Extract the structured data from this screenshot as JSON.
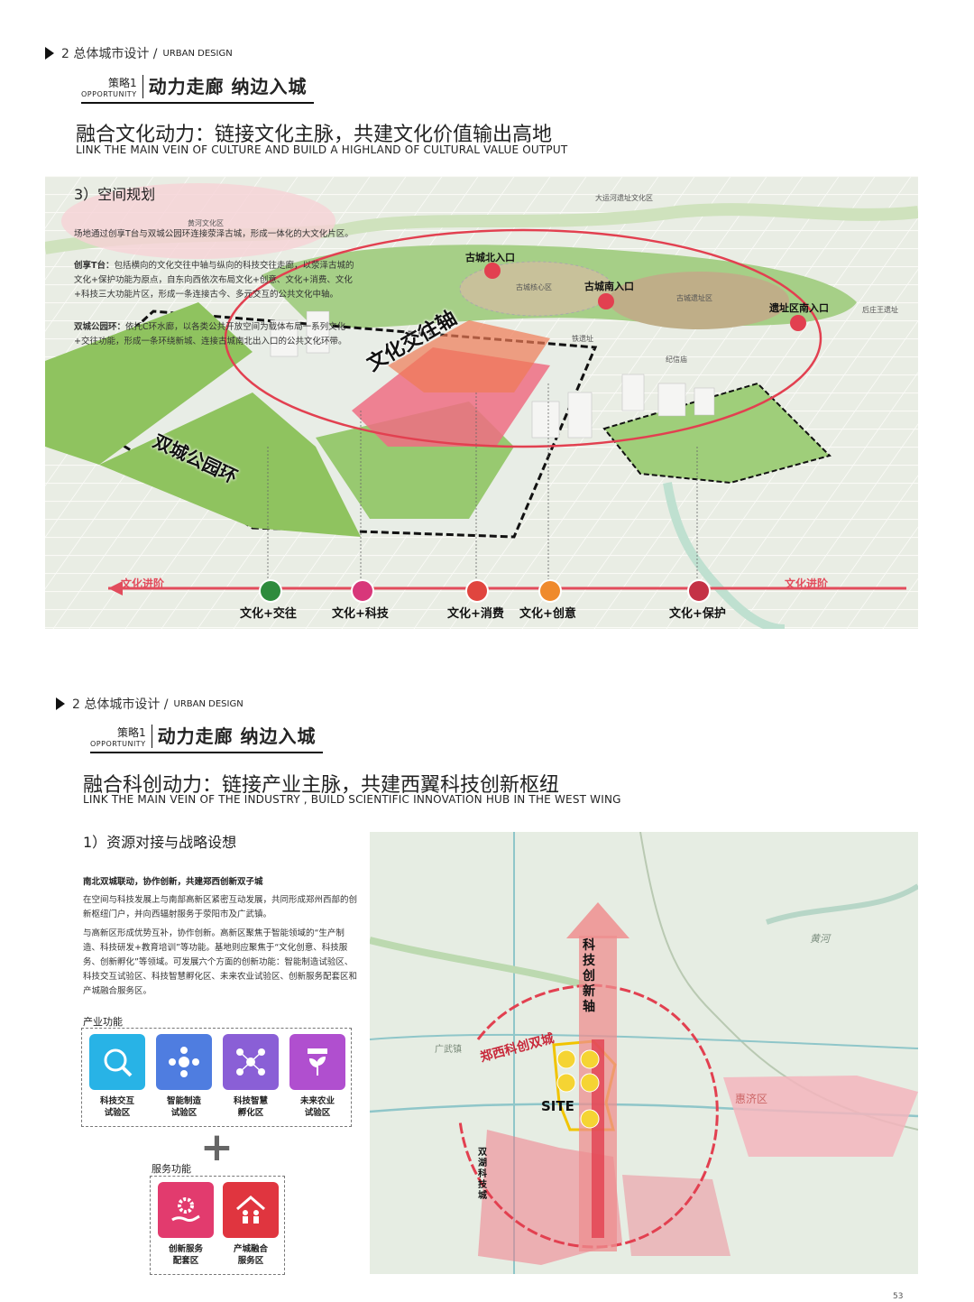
{
  "section1": {
    "breadcrumb": "2 总体城市设计 /",
    "breadcrumb_en": "URBAN DESIGN",
    "strategy_label": "策略1",
    "strategy_en": "OPPORTUNITY",
    "strategy_title": "动力走廊 纳边入城",
    "heading_cn": "融合文化动力：链接文化主脉，共建文化价值输出高地",
    "heading_en": "LINK THE MAIN VEIN OF CULTURE AND BUILD A HIGHLAND OF CULTURAL VALUE OUTPUT",
    "subheading": "3）空间规划",
    "para1": "场地通过创享T台与双城公园环连接荥泽古城，形成一体化的大文化片区。",
    "para2_bold": "创享T台：",
    "para2": "包括横向的文化交往中轴与纵向的科技交往走廊，以荥泽古城的文化+保护功能为原点，自东向西依次布局文化+创意、文化+消费、文化+科技三大功能片区，形成一条连接古今、多元交互的公共文化中轴。",
    "para3_bold": "双城公园环：",
    "para3": "依托C环水廊，以各类公共开放空间为载体布局一系列文化+交往功能，形成一条环绕新城、连接古城南北出入口的公共文化环带。",
    "map_labels": {
      "yellow_river_zone": "黄河文化区",
      "grand_canal": "大运河遗址文化区",
      "north_entrance": "古城北入口",
      "south_entrance": "古城南入口",
      "site_south_entrance": "遗址区南入口",
      "ancient_core": "古城核心区",
      "ancient_ruins": "古城遗址区",
      "houzhuang": "后庄王遗址",
      "tie_ruins": "铁遗址",
      "memorial": "纪信庙",
      "axis": "文化交往轴",
      "ring": "双城公园环"
    },
    "arrow_left": "文化进阶",
    "arrow_right": "文化进阶",
    "nodes": [
      {
        "label": "文化+交往",
        "icon": "people-icon",
        "color": "#2e8b3d"
      },
      {
        "label": "文化+科技",
        "icon": "gear-icon",
        "color": "#d8377a"
      },
      {
        "label": "文化+消费",
        "icon": "cart-icon",
        "color": "#e0453f"
      },
      {
        "label": "文化+创意",
        "icon": "bulb-icon",
        "color": "#ef8a2c"
      },
      {
        "label": "文化+保护",
        "icon": "temple-icon",
        "color": "#c43246"
      }
    ]
  },
  "section2": {
    "breadcrumb": "2 总体城市设计 /",
    "breadcrumb_en": "URBAN DESIGN",
    "strategy_label": "策略1",
    "strategy_en": "OPPORTUNITY",
    "strategy_title": "动力走廊 纳边入城",
    "heading_cn": "融合科创动力：链接产业主脉，共建西翼科技创新枢纽",
    "heading_en": "LINK THE MAIN VEIN OF THE INDUSTRY , BUILD  SCIENTIFIC INNOVATION HUB IN THE WEST WING",
    "subheading": "1）资源对接与战略设想",
    "para_title": "南北双城联动，协作创新，共建郑西创新双子城",
    "para1": "在空间与科技发展上与南部高新区紧密互动发展，共同形成郑州西部的创新枢纽门户，并向西辐射服务于荥阳市及广武镇。",
    "para2": "与高新区形成优势互补，协作创新。高新区聚焦于智能领域的“生产制造、科技研发+教育培训”等功能。基地则应聚焦于“文化创意、科技服务、创新孵化”等领域。可发展六个方面的创新功能：智能制造试验区、科技交互试验区、科技智慧孵化区、未来农业试验区、创新服务配套区和产城融合服务区。",
    "industry_title": "产业功能",
    "industry": [
      {
        "label_l1": "科技交互",
        "label_l2": "试验区",
        "color": "#28b3e6",
        "icon": "tech-interaction-icon"
      },
      {
        "label_l1": "智能制造",
        "label_l2": "试验区",
        "color": "#4f7de0",
        "icon": "smart-manufacturing-icon"
      },
      {
        "label_l1": "科技智慧",
        "label_l2": "孵化区",
        "color": "#8a5fd6",
        "icon": "network-icon"
      },
      {
        "label_l1": "未来农业",
        "label_l2": "试验区",
        "color": "#b04fcf",
        "icon": "drone-plant-icon"
      }
    ],
    "plus": "+",
    "service_title": "服务功能",
    "service": [
      {
        "label_l1": "创新服务",
        "label_l2": "配套区",
        "color": "#e23b6e",
        "icon": "hand-gear-icon"
      },
      {
        "label_l1": "产城融合",
        "label_l2": "服务区",
        "color": "#e0353f",
        "icon": "house-people-icon"
      }
    ],
    "map_labels": {
      "axis_vertical": "科技创新轴",
      "twin_city": "郑西科创双城",
      "site": "SITE",
      "yellow_river": "黄河",
      "huiji": "惠济区",
      "shuanghu": "双湖科技城",
      "guangwu": "广武镇"
    }
  },
  "page_number": "53"
}
